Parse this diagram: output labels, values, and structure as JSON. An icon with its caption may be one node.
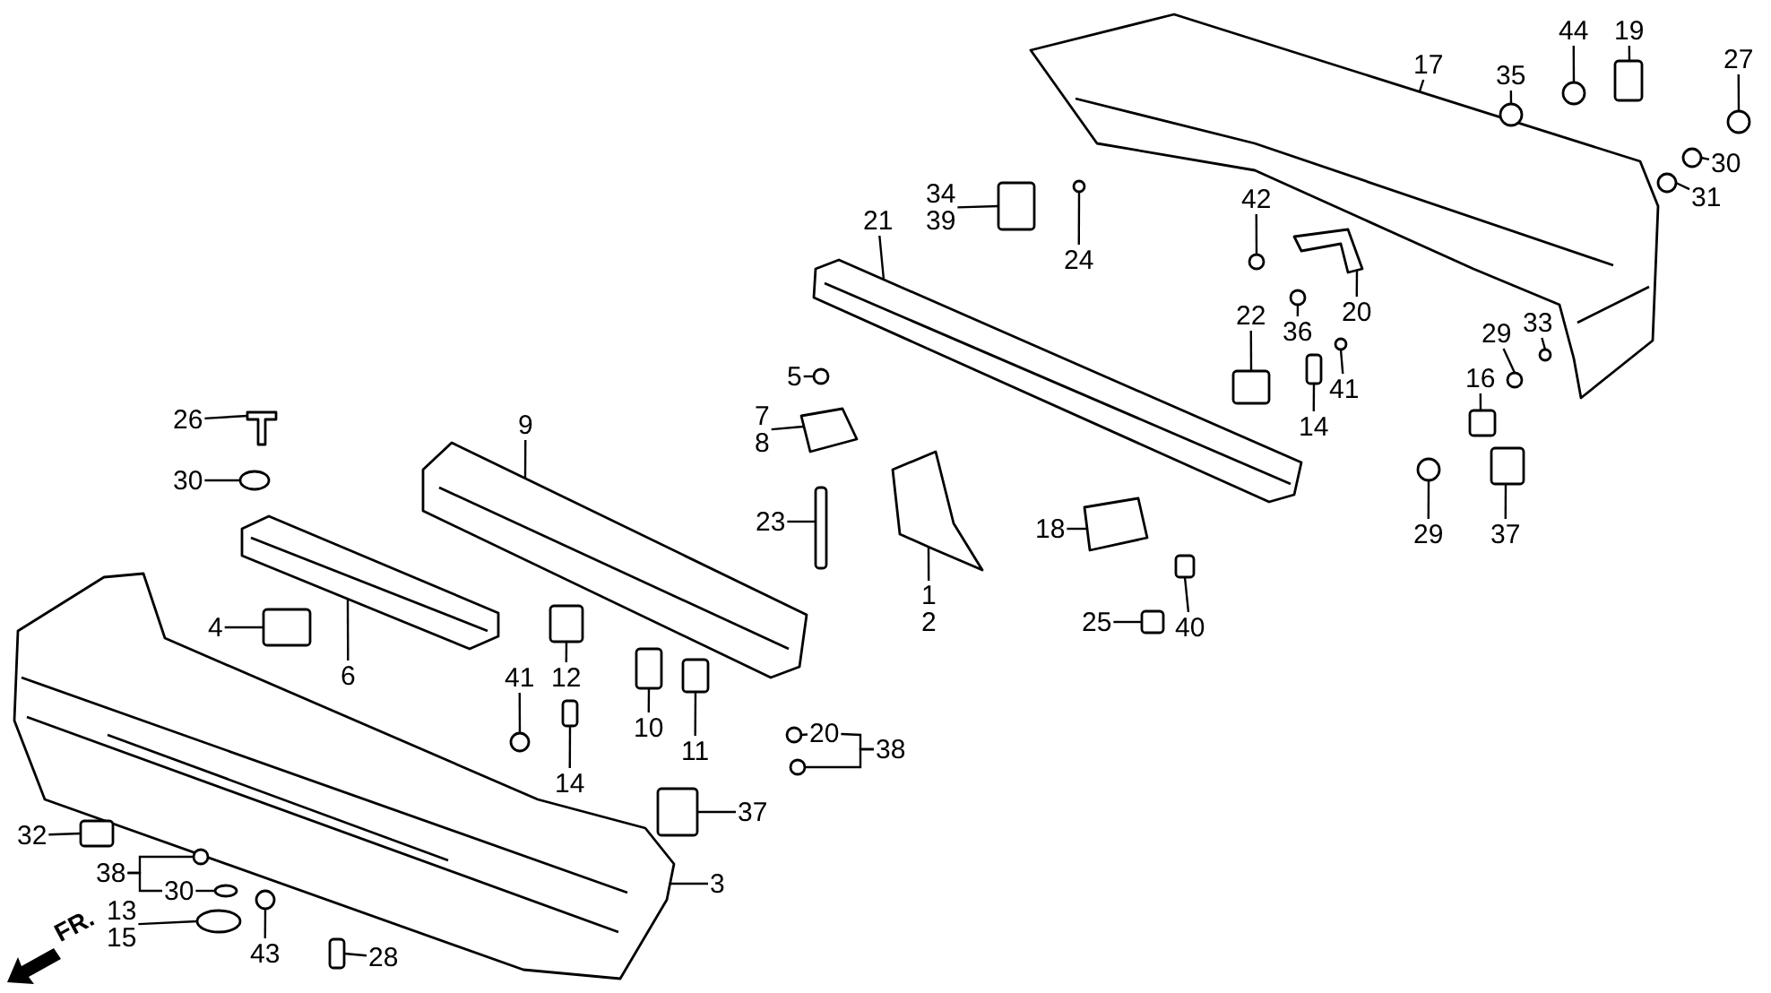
{
  "diagram": {
    "nodes": [
      {
        "text": [
          "17"
        ]
      },
      {
        "text": [
          "35"
        ]
      },
      {
        "text": [
          "44"
        ]
      },
      {
        "text": [
          "19"
        ]
      },
      {
        "text": [
          "27"
        ]
      },
      {
        "text": [
          "30"
        ]
      },
      {
        "text": [
          "31"
        ]
      },
      {
        "text": [
          "34",
          "39"
        ]
      },
      {
        "text": [
          "24"
        ]
      },
      {
        "text": [
          "21"
        ]
      },
      {
        "text": [
          "42"
        ]
      },
      {
        "text": [
          "20"
        ]
      },
      {
        "text": [
          "22"
        ]
      },
      {
        "text": [
          "36"
        ]
      },
      {
        "text": [
          "41"
        ]
      },
      {
        "text": [
          "14"
        ]
      },
      {
        "text": [
          "29"
        ]
      },
      {
        "text": [
          "33"
        ]
      },
      {
        "text": [
          "16"
        ]
      },
      {
        "text": [
          "26"
        ]
      },
      {
        "text": [
          "30"
        ]
      },
      {
        "text": [
          "9"
        ]
      },
      {
        "text": [
          "5"
        ]
      },
      {
        "text": [
          "7",
          "8"
        ]
      },
      {
        "text": [
          "23"
        ]
      },
      {
        "text": [
          "1",
          "2"
        ]
      },
      {
        "text": [
          "18"
        ]
      },
      {
        "text": [
          "25"
        ]
      },
      {
        "text": [
          "40"
        ]
      },
      {
        "text": [
          "29"
        ]
      },
      {
        "text": [
          "37"
        ]
      },
      {
        "text": [
          "4"
        ]
      },
      {
        "text": [
          "6"
        ]
      },
      {
        "text": [
          "12"
        ]
      },
      {
        "text": [
          "41"
        ]
      },
      {
        "text": [
          "10"
        ]
      },
      {
        "text": [
          "11"
        ]
      },
      {
        "text": [
          "14"
        ]
      },
      {
        "text": [
          "20"
        ]
      },
      {
        "text": [
          "38"
        ]
      },
      {
        "text": [
          "37"
        ]
      },
      {
        "text": [
          "3"
        ]
      },
      {
        "text": [
          "32"
        ]
      },
      {
        "text": [
          "38"
        ]
      },
      {
        "text": [
          "30"
        ]
      },
      {
        "text": [
          "13",
          "15"
        ]
      },
      {
        "text": [
          "43"
        ]
      },
      {
        "text": [
          "28"
        ]
      },
      {
        "text": [],
        "shape": "picture"
      },
      {
        "text": [],
        "shape": "circle"
      },
      {
        "text": [],
        "shape": "circle"
      },
      {
        "text": [],
        "shape": "box"
      },
      {
        "text": [],
        "shape": "circle"
      },
      {
        "text": [],
        "shape": "circle"
      },
      {
        "text": [],
        "shape": "circle"
      },
      {
        "text": [],
        "shape": "box"
      },
      {
        "text": [],
        "shape": "circle"
      },
      {
        "text": [],
        "shape": "picture"
      },
      {
        "text": [],
        "shape": "circle"
      },
      {
        "text": [],
        "shape": "picture"
      },
      {
        "text": [],
        "shape": "box"
      },
      {
        "text": [],
        "shape": "circle"
      },
      {
        "text": [],
        "shape": "circle"
      },
      {
        "text": [],
        "shape": "box"
      },
      {
        "text": [],
        "shape": "circle"
      },
      {
        "text": [],
        "shape": "circle"
      },
      {
        "text": [],
        "shape": "box"
      },
      {
        "text": [],
        "shape": "picture"
      },
      {
        "text": [],
        "shape": "circle"
      },
      {
        "text": [],
        "shape": "picture"
      },
      {
        "text": [],
        "shape": "circle"
      },
      {
        "text": [],
        "shape": "picture"
      },
      {
        "text": [],
        "shape": "box"
      },
      {
        "text": [],
        "shape": "picture"
      },
      {
        "text": [],
        "shape": "picture"
      },
      {
        "text": [],
        "shape": "box"
      },
      {
        "text": [],
        "shape": "box"
      },
      {
        "text": [],
        "shape": "circle"
      },
      {
        "text": [],
        "shape": "box"
      },
      {
        "text": [],
        "shape": "box"
      },
      {
        "text": [],
        "shape": "picture"
      },
      {
        "text": [],
        "shape": "box"
      },
      {
        "text": [],
        "shape": "circle"
      },
      {
        "text": [],
        "shape": "box"
      },
      {
        "text": [],
        "shape": "box"
      },
      {
        "text": [],
        "shape": "box"
      },
      {
        "text": [],
        "shape": "circle"
      },
      {
        "text": [],
        "shape": "circle"
      },
      {
        "text": [],
        "shape": "box"
      },
      {
        "text": [],
        "shape": "picture"
      },
      {
        "text": [],
        "shape": "box"
      },
      {
        "text": [],
        "shape": "circle"
      },
      {
        "text": [],
        "shape": "circle"
      },
      {
        "text": [],
        "shape": "circle"
      },
      {
        "text": [],
        "shape": "circle"
      },
      {
        "text": [],
        "shape": "box"
      }
    ],
    "edges": [
      {
        "from": 0,
        "to": 48,
        "arrow": "none"
      },
      {
        "from": 1,
        "to": 49,
        "arrow": "none"
      },
      {
        "from": 2,
        "to": 50,
        "arrow": "none"
      },
      {
        "from": 3,
        "to": 51,
        "arrow": "none"
      },
      {
        "from": 4,
        "to": 52,
        "arrow": "none"
      },
      {
        "from": 5,
        "to": 53,
        "arrow": "none"
      },
      {
        "from": 6,
        "to": 54,
        "arrow": "none"
      },
      {
        "from": 7,
        "to": 55,
        "arrow": "none"
      },
      {
        "from": 8,
        "to": 56,
        "arrow": "none"
      },
      {
        "from": 9,
        "to": 57,
        "arrow": "none"
      },
      {
        "from": 10,
        "to": 58,
        "arrow": "none"
      },
      {
        "from": 11,
        "to": 59,
        "arrow": "none"
      },
      {
        "from": 12,
        "to": 60,
        "arrow": "none"
      },
      {
        "from": 13,
        "to": 61,
        "arrow": "none"
      },
      {
        "from": 14,
        "to": 62,
        "arrow": "none"
      },
      {
        "from": 15,
        "to": 63,
        "arrow": "none"
      },
      {
        "from": 16,
        "to": 64,
        "arrow": "none"
      },
      {
        "from": 17,
        "to": 65,
        "arrow": "none"
      },
      {
        "from": 18,
        "to": 66,
        "arrow": "none"
      },
      {
        "from": 19,
        "to": 67,
        "arrow": "none"
      },
      {
        "from": 20,
        "to": 68,
        "arrow": "none"
      },
      {
        "from": 21,
        "to": 69,
        "arrow": "none"
      },
      {
        "from": 22,
        "to": 70,
        "arrow": "none"
      },
      {
        "from": 23,
        "to": 71,
        "arrow": "none"
      },
      {
        "from": 24,
        "to": 72,
        "arrow": "none"
      },
      {
        "from": 25,
        "to": 73,
        "arrow": "none"
      },
      {
        "from": 26,
        "to": 74,
        "arrow": "none"
      },
      {
        "from": 27,
        "to": 75,
        "arrow": "none"
      },
      {
        "from": 28,
        "to": 76,
        "arrow": "none"
      },
      {
        "from": 29,
        "to": 77,
        "arrow": "none"
      },
      {
        "from": 30,
        "to": 78,
        "arrow": "none"
      },
      {
        "from": 31,
        "to": 79,
        "arrow": "none"
      },
      {
        "from": 32,
        "to": 80,
        "arrow": "none"
      },
      {
        "from": 33,
        "to": 81,
        "arrow": "none"
      },
      {
        "from": 34,
        "to": 82,
        "arrow": "none"
      },
      {
        "from": 35,
        "to": 83,
        "arrow": "none"
      },
      {
        "from": 36,
        "to": 84,
        "arrow": "none"
      },
      {
        "from": 37,
        "to": 85,
        "arrow": "none"
      },
      {
        "from": 38,
        "to": 86,
        "arrow": "none"
      },
      {
        "from": 39,
        "to": 38,
        "arrow": "none"
      },
      {
        "from": 39,
        "to": 87,
        "arrow": "none"
      },
      {
        "from": 40,
        "to": 88,
        "arrow": "none"
      },
      {
        "from": 41,
        "to": 89,
        "arrow": "none"
      },
      {
        "from": 42,
        "to": 90,
        "arrow": "none"
      },
      {
        "from": 43,
        "to": 91,
        "arrow": "none"
      },
      {
        "from": 43,
        "to": 44,
        "arrow": "none"
      },
      {
        "from": 44,
        "to": 92,
        "arrow": "none"
      },
      {
        "from": 45,
        "to": 93,
        "arrow": "none"
      },
      {
        "from": 46,
        "to": 94,
        "arrow": "none"
      },
      {
        "from": 47,
        "to": 95,
        "arrow": "none"
      }
    ],
    "labels": [
      "FR."
    ]
  }
}
